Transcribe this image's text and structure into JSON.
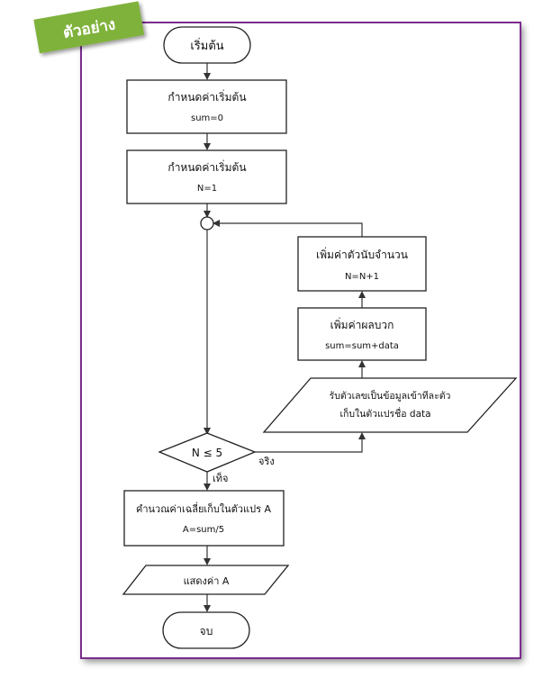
{
  "badge": {
    "text": "ตัวอย่าง"
  },
  "colors": {
    "frame_border": "#7b2d8e",
    "badge_green": "#7fb23a",
    "shape_stroke": "#222222",
    "line": "#333333"
  },
  "flowchart": {
    "start": {
      "text": "เริ่มต้น"
    },
    "init_sum": {
      "line1": "กำหนดค่าเริ่มต้น",
      "line2": "sum=0"
    },
    "init_n": {
      "line1": "กำหนดค่าเริ่มต้น",
      "line2": "N=1"
    },
    "decision": {
      "text": "N ≤ 5"
    },
    "label_true": "จริง",
    "label_false": "เท็จ",
    "input": {
      "line1": "รับตัวเลขเป็นข้อมูลเข้าทีละตัว",
      "line2": "เก็บในตัวแปรชื่อ data"
    },
    "add_sum": {
      "line1": "เพิ่มค่าผลบวก",
      "line2": "sum=sum+data"
    },
    "inc_n": {
      "line1": "เพิ่มค่าตัวนับจำนวน",
      "line2": "N=N+1"
    },
    "compute_avg": {
      "line1": "คำนวณค่าเฉลี่ยเก็บในตัวแปร A",
      "line2": "A=sum/5"
    },
    "output": {
      "text": "แสดงค่า A"
    },
    "end": {
      "text": "จบ"
    }
  }
}
